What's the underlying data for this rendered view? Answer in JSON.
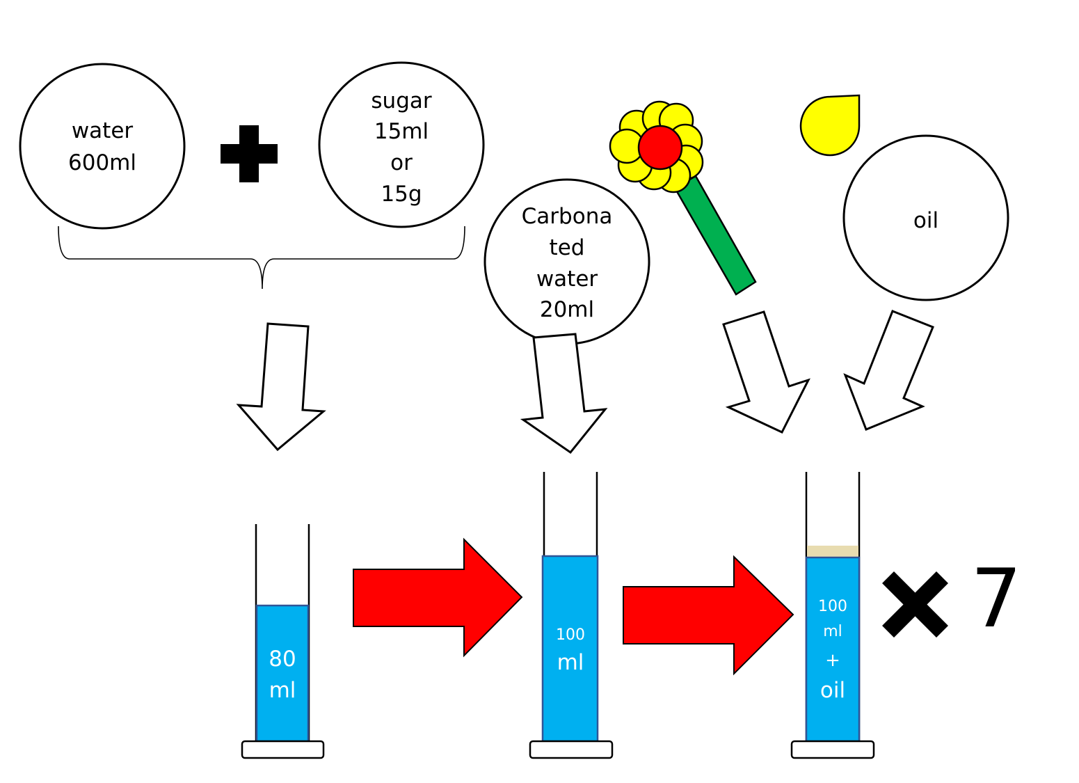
{
  "circles": {
    "water": {
      "lines": [
        "water",
        "600ml"
      ]
    },
    "sugar": {
      "lines": [
        "sugar",
        "15ml",
        "or",
        "15g"
      ]
    },
    "carbonated": {
      "lines": [
        "Carbona",
        "ted",
        "water",
        "20ml"
      ]
    },
    "oil": {
      "lines": [
        "oil"
      ]
    }
  },
  "cylinders": {
    "first": {
      "lines": [
        "80",
        "ml"
      ]
    },
    "second": {
      "lines": [
        "100",
        "ml"
      ]
    },
    "third": {
      "lines": [
        "100",
        "ml",
        "+",
        "oil"
      ]
    }
  },
  "multiplier": {
    "value": "7"
  },
  "colors": {
    "liquid": "#00b0f0",
    "liquid_border": "#2f5597",
    "oil_layer": "#e8dcb0",
    "process_arrow": "#ff0000",
    "flower_petal": "#ffff00",
    "flower_center": "#ff0000",
    "flower_stem": "#00b050",
    "oil_drop": "#ffff00"
  },
  "icons": [
    "plus-icon",
    "flower-icon",
    "oil-drop-icon",
    "multiply-icon"
  ]
}
